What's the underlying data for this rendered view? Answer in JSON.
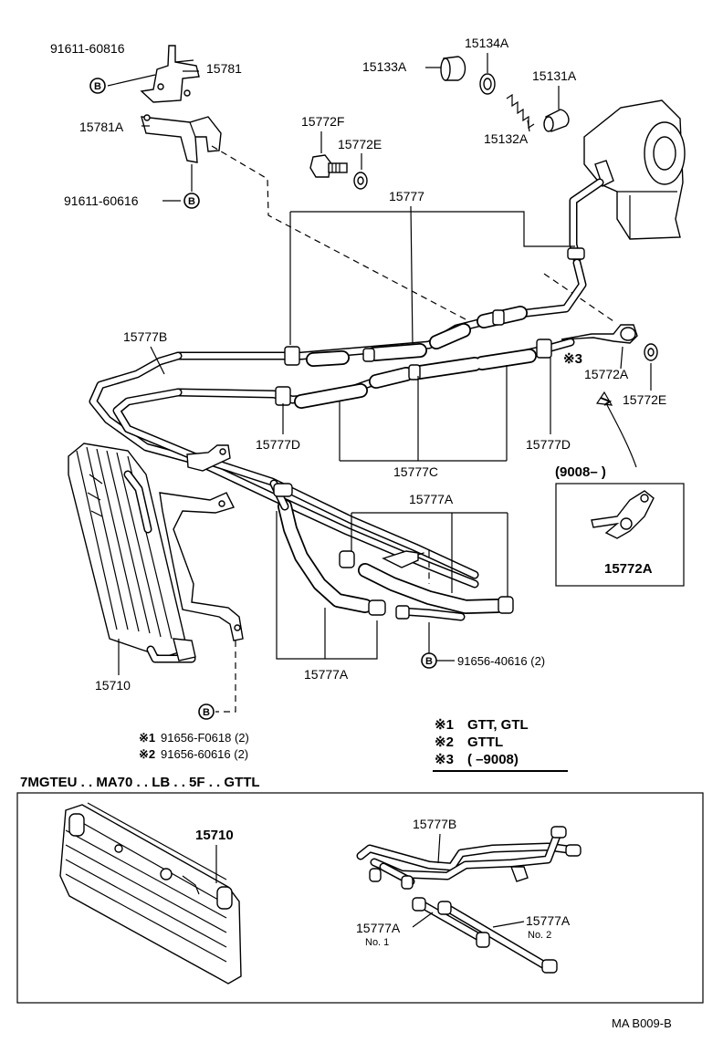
{
  "labels": {
    "p91611_60816": "91611-60816",
    "p15781": "15781",
    "p15781A": "15781A",
    "p91611_60616": "91611-60616",
    "p15133A": "15133A",
    "p15134A": "15134A",
    "p15131A": "15131A",
    "p15132A": "15132A",
    "p15772F": "15772F",
    "p15772E_top": "15772E",
    "p15777": "15777",
    "p15777B": "15777B",
    "p15772A_main": "15772A",
    "p15772E_right": "15772E",
    "p15777D_left": "15777D",
    "p15777D_right": "15777D",
    "p15777C": "15777C",
    "p15777A_top": "15777A",
    "p15777A_bottom": "15777A",
    "p91656_40616": "91656-40616 (2)",
    "p15710": "15710",
    "note1": "91656-F0618 (2)",
    "note2": "91656-60616 (2)",
    "inset_range": "(9008–     )",
    "inset_part": "15772A"
  },
  "markers": {
    "b": "B",
    "star": "※",
    "star1": "※1",
    "star2": "※2",
    "star3": "※3"
  },
  "legend": {
    "l1_mark": "※1",
    "l1_text": "GTT, GTL",
    "l2_mark": "※2",
    "l2_text": "GTTL",
    "l3_mark": "※3",
    "l3_text": "(        –9008)"
  },
  "section_title": "7MGTEU . . MA70 . . LB . . 5F . . GTTL",
  "sub_labels": {
    "s15710": "15710",
    "s15777B": "15777B",
    "s15777A_left": "15777A",
    "s_no1": "No. 1",
    "s15777A_right": "15777A",
    "s_no2": "No. 2"
  },
  "footer_code": "MA  B009-B"
}
